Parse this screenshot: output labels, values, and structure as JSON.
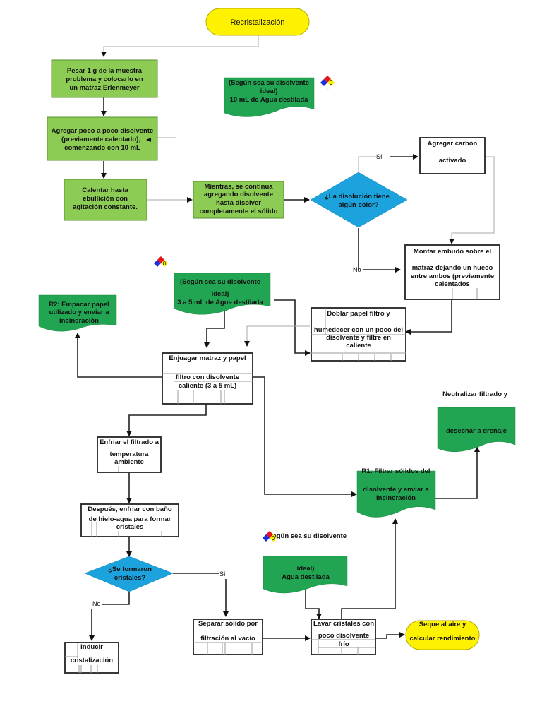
{
  "title": "Recristalización",
  "steps": {
    "pesar": [
      "Pesar 1 g de la muestra",
      "problema y colocarlo en",
      "un matraz Erlenmeyer"
    ],
    "agregar": [
      "Agregar poco a poco disolvente",
      "(previamente calentado),",
      "comenzando con 10 mL"
    ],
    "calentar": [
      "Calentar hasta",
      "ebullición con",
      "agitación constante."
    ],
    "mientras": [
      "Mientras, se continua",
      "agregando disolvente",
      "hasta disolver",
      "completamente el sólido"
    ],
    "carbon": [
      "Agregar carbón",
      "activado"
    ],
    "embudo": [
      "Montar embudo sobre el",
      "matraz dejando un hueco",
      "entre ambos (previamente",
      "calentados"
    ],
    "doblar": [
      "Doblar papel filtro y",
      "humedecer con un poco del",
      "disolvente y filtre en",
      "caliente"
    ],
    "enjuagar": [
      "Enjuagar matraz y papel",
      "filtro con disolvente",
      "caliente (3 a 5 mL)"
    ],
    "enfriar": [
      "Enfriar el filtrado a",
      "temperatura",
      "ambiente"
    ],
    "despues": [
      "Después, enfriar con baño",
      "de hielo-agua para formar",
      "cristales"
    ],
    "inducir": [
      "Inducir",
      "cristalización"
    ],
    "separar": [
      "Separar sólido por",
      "filtración al vacío"
    ],
    "lavar": [
      "Lavar cristales con",
      "poco disolvente",
      "frío"
    ]
  },
  "documents": {
    "solvente1": [
      "(Según sea su disolvente",
      "ideal)",
      "10 mL de Agua destilada"
    ],
    "solvente2": [
      "(Según sea su disolvente",
      "ideal)",
      "3 a 5 mL de Agua destilada"
    ],
    "solvente3_top": "(Según sea su disolvente",
    "solvente3": [
      "ideal)",
      "Agua destilada"
    ],
    "r2": [
      "R2: Empacar papel",
      "utilizado y enviar a",
      "incineración"
    ],
    "r1": [
      "R1: Filtrar sólidos del",
      "disolvente y enviar a",
      "incineración"
    ],
    "neutralizar_top": "Neutralizar filtrado y",
    "neutralizar": "desechar a drenaje"
  },
  "decisions": {
    "color": [
      "¿La disolución tiene",
      "algún color?"
    ],
    "cristales": [
      "¿Se formaron",
      "cristales?"
    ]
  },
  "labels": {
    "si": "Sí",
    "no": "No"
  },
  "end": [
    "Seque al aire y",
    "calcular rendimiento"
  ],
  "nfpa": {
    "value": "0",
    "colors": {
      "red": "#e8141c",
      "blue": "#1d2fd8",
      "yellow": "#fff200",
      "white": "#ffffff"
    }
  },
  "colors": {
    "process_green": "#8ccc55",
    "doc_green": "#22a552",
    "decision_blue": "#1ca3dd",
    "terminal_yellow": "#fff200"
  }
}
